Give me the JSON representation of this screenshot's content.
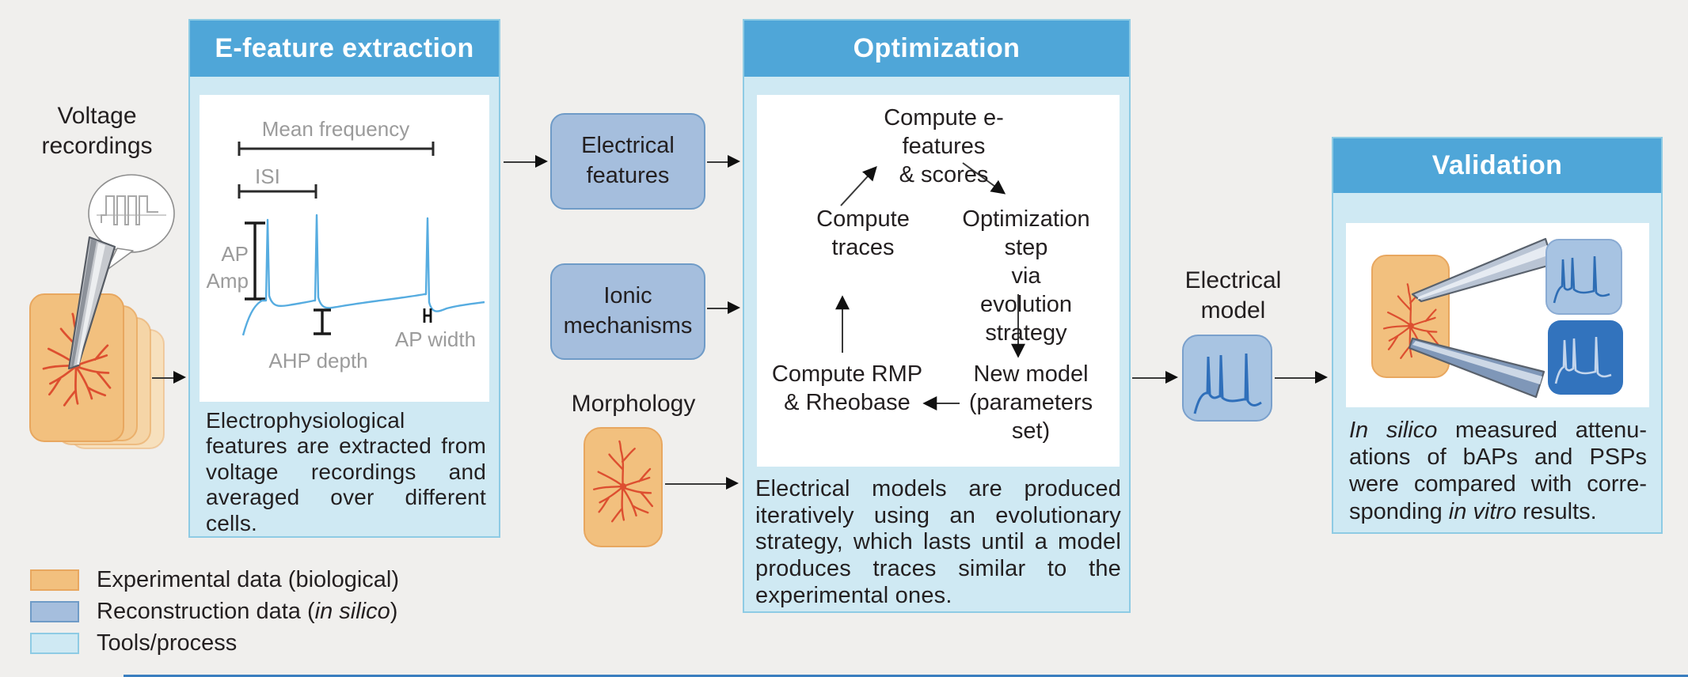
{
  "colors": {
    "background": "#f0efed",
    "header_blue": "#4fa6d8",
    "panel_fill": "#cfe9f3",
    "panel_border": "#8ecbe4",
    "box_blue_fill": "#a5bedd",
    "box_blue_border": "#6f9bc7",
    "orange_fill": "#f2c07e",
    "orange_border": "#e8a75f",
    "neuron_red": "#dd4f30",
    "trace_light_blue": "#56ace0",
    "model_trace_blue": "#2f6fba",
    "validation_box_light": "#a7c3e2",
    "validation_box_dark": "#3273bd",
    "text_dark": "#231f20",
    "text_gray": "#9b9b9b"
  },
  "left_input": {
    "label": "Voltage\nrecordings"
  },
  "efeature_panel": {
    "title": "E-feature extraction",
    "trace": {
      "mean_frequency": "Mean frequency",
      "isi": "ISI",
      "ap_amp_line1": "AP",
      "ap_amp_line2": "Amp",
      "ahp_depth": "AHP depth",
      "ap_width": "AP width"
    },
    "description": "Electrophysiological features are extracted from voltage recordings and averaged over different cells."
  },
  "mid_inputs": {
    "electrical_features": "Electrical\nfeatures",
    "ionic_mechanisms": "Ionic\nmechanisms",
    "morphology": "Morphology"
  },
  "optimization_panel": {
    "title": "Optimization",
    "flow": {
      "compute_efeatures": "Compute e-features\n& scores",
      "compute_traces": "Compute\ntraces",
      "optimization_step": "Optimization step\nvia evolution\nstrategy",
      "compute_rmp": "Compute RMP\n& Rheobase",
      "new_model": "New model\n(parameters\nset)"
    },
    "description": "Electrical models are produced iteratively using an evolutionary strategy, which lasts until a model produces traces similar to the experimental ones."
  },
  "output": {
    "electrical_model": "Electrical\nmodel"
  },
  "validation_panel": {
    "title": "Validation",
    "desc": {
      "l1_italic": "In silico",
      "l1_rest": " measured attenu-",
      "l2": "ations of bAPs and PSPs",
      "l3": "were compared with corre-",
      "l4_pre": "sponding ",
      "l4_italic": "in vitro",
      "l4_rest": " results."
    }
  },
  "legend": {
    "experimental": "Experimental data (biological)",
    "reconstruction_prefix": "Reconstruction data (",
    "reconstruction_italic": "in silico",
    "reconstruction_suffix": ")",
    "tools": "Tools/process"
  }
}
